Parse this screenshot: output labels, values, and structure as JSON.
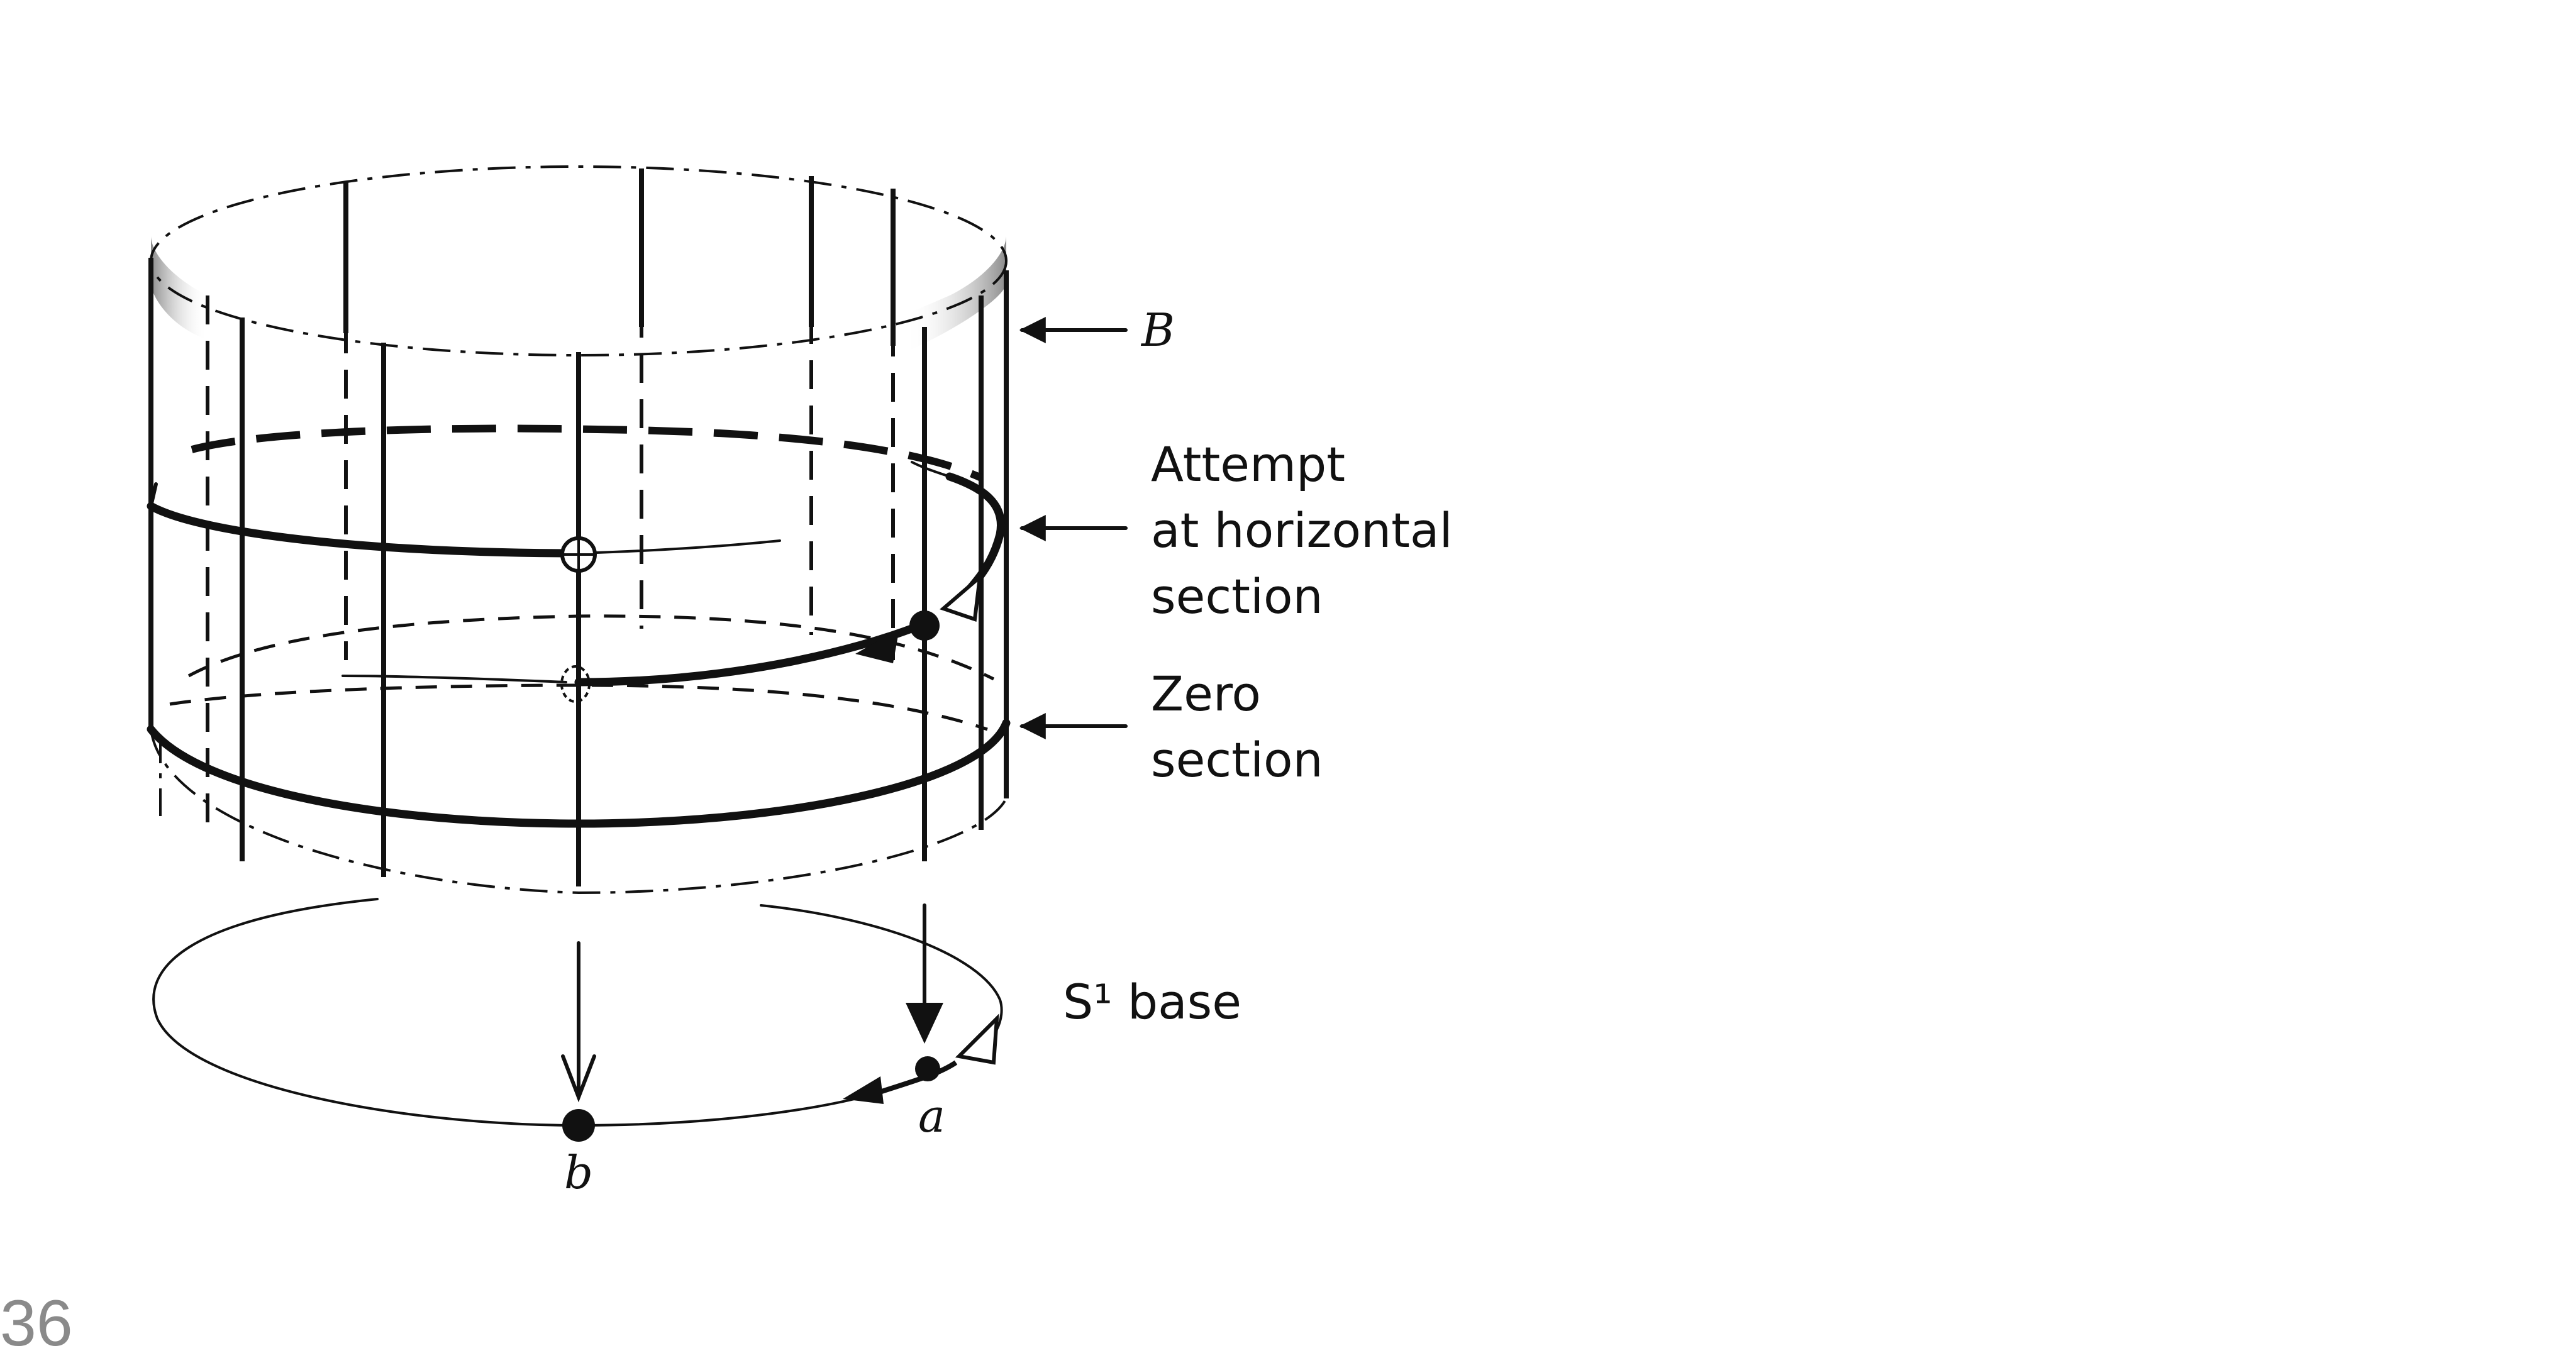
{
  "labels": {
    "bundle": "B",
    "attempt_line1": "Attempt",
    "attempt_line2": "at horizontal",
    "attempt_line3": "section",
    "zero_line1": "Zero",
    "zero_line2": "section",
    "base": "S¹ base",
    "point_a": "a",
    "point_b": "b"
  },
  "page_number": "36",
  "colors": {
    "ink": "#111111",
    "page_number": "#8a8a8a",
    "background": "#ffffff"
  }
}
